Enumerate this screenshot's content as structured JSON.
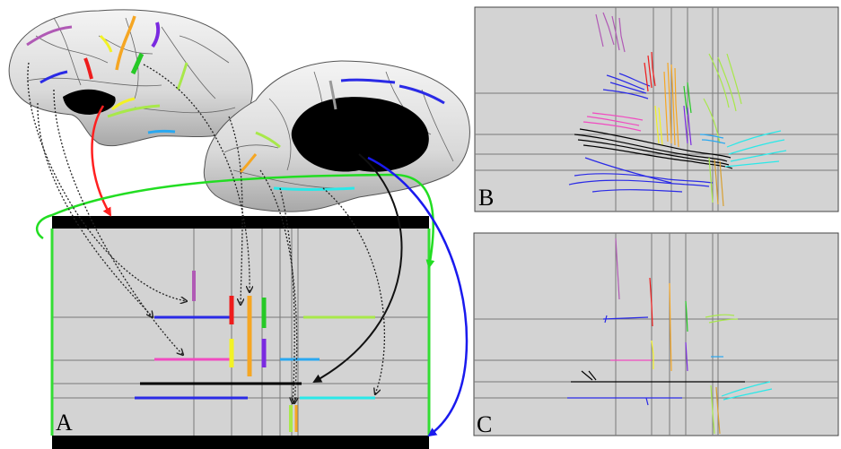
{
  "panels": {
    "a": {
      "label": "A"
    },
    "b": {
      "label": "B"
    },
    "c": {
      "label": "C"
    }
  },
  "colors": {
    "background": "#ffffff",
    "panel_fill": "#d3d3d3",
    "grid": "#7a7a7a",
    "frame_green": "#33dd33",
    "bar_black": "#000000",
    "arrow_red": "#ff2020",
    "arrow_green": "#22dd22",
    "arrow_blue": "#1a1aee",
    "arrow_dotted": "#222222"
  },
  "segments": [
    {
      "name": "purple",
      "color": "#b05ab5"
    },
    {
      "name": "blue",
      "color": "#2a2ae6"
    },
    {
      "name": "red",
      "color": "#ee1c1c"
    },
    {
      "name": "orange",
      "color": "#f5a623"
    },
    {
      "name": "green",
      "color": "#26c926"
    },
    {
      "name": "light-green",
      "color": "#a8e84a"
    },
    {
      "name": "magenta",
      "color": "#f04bc0"
    },
    {
      "name": "yellow",
      "color": "#f2f226"
    },
    {
      "name": "violet",
      "color": "#7a2ae0"
    },
    {
      "name": "sky-blue",
      "color": "#2aa8f0"
    },
    {
      "name": "black",
      "color": "#000000"
    },
    {
      "name": "cyan",
      "color": "#2ae8e8"
    }
  ]
}
